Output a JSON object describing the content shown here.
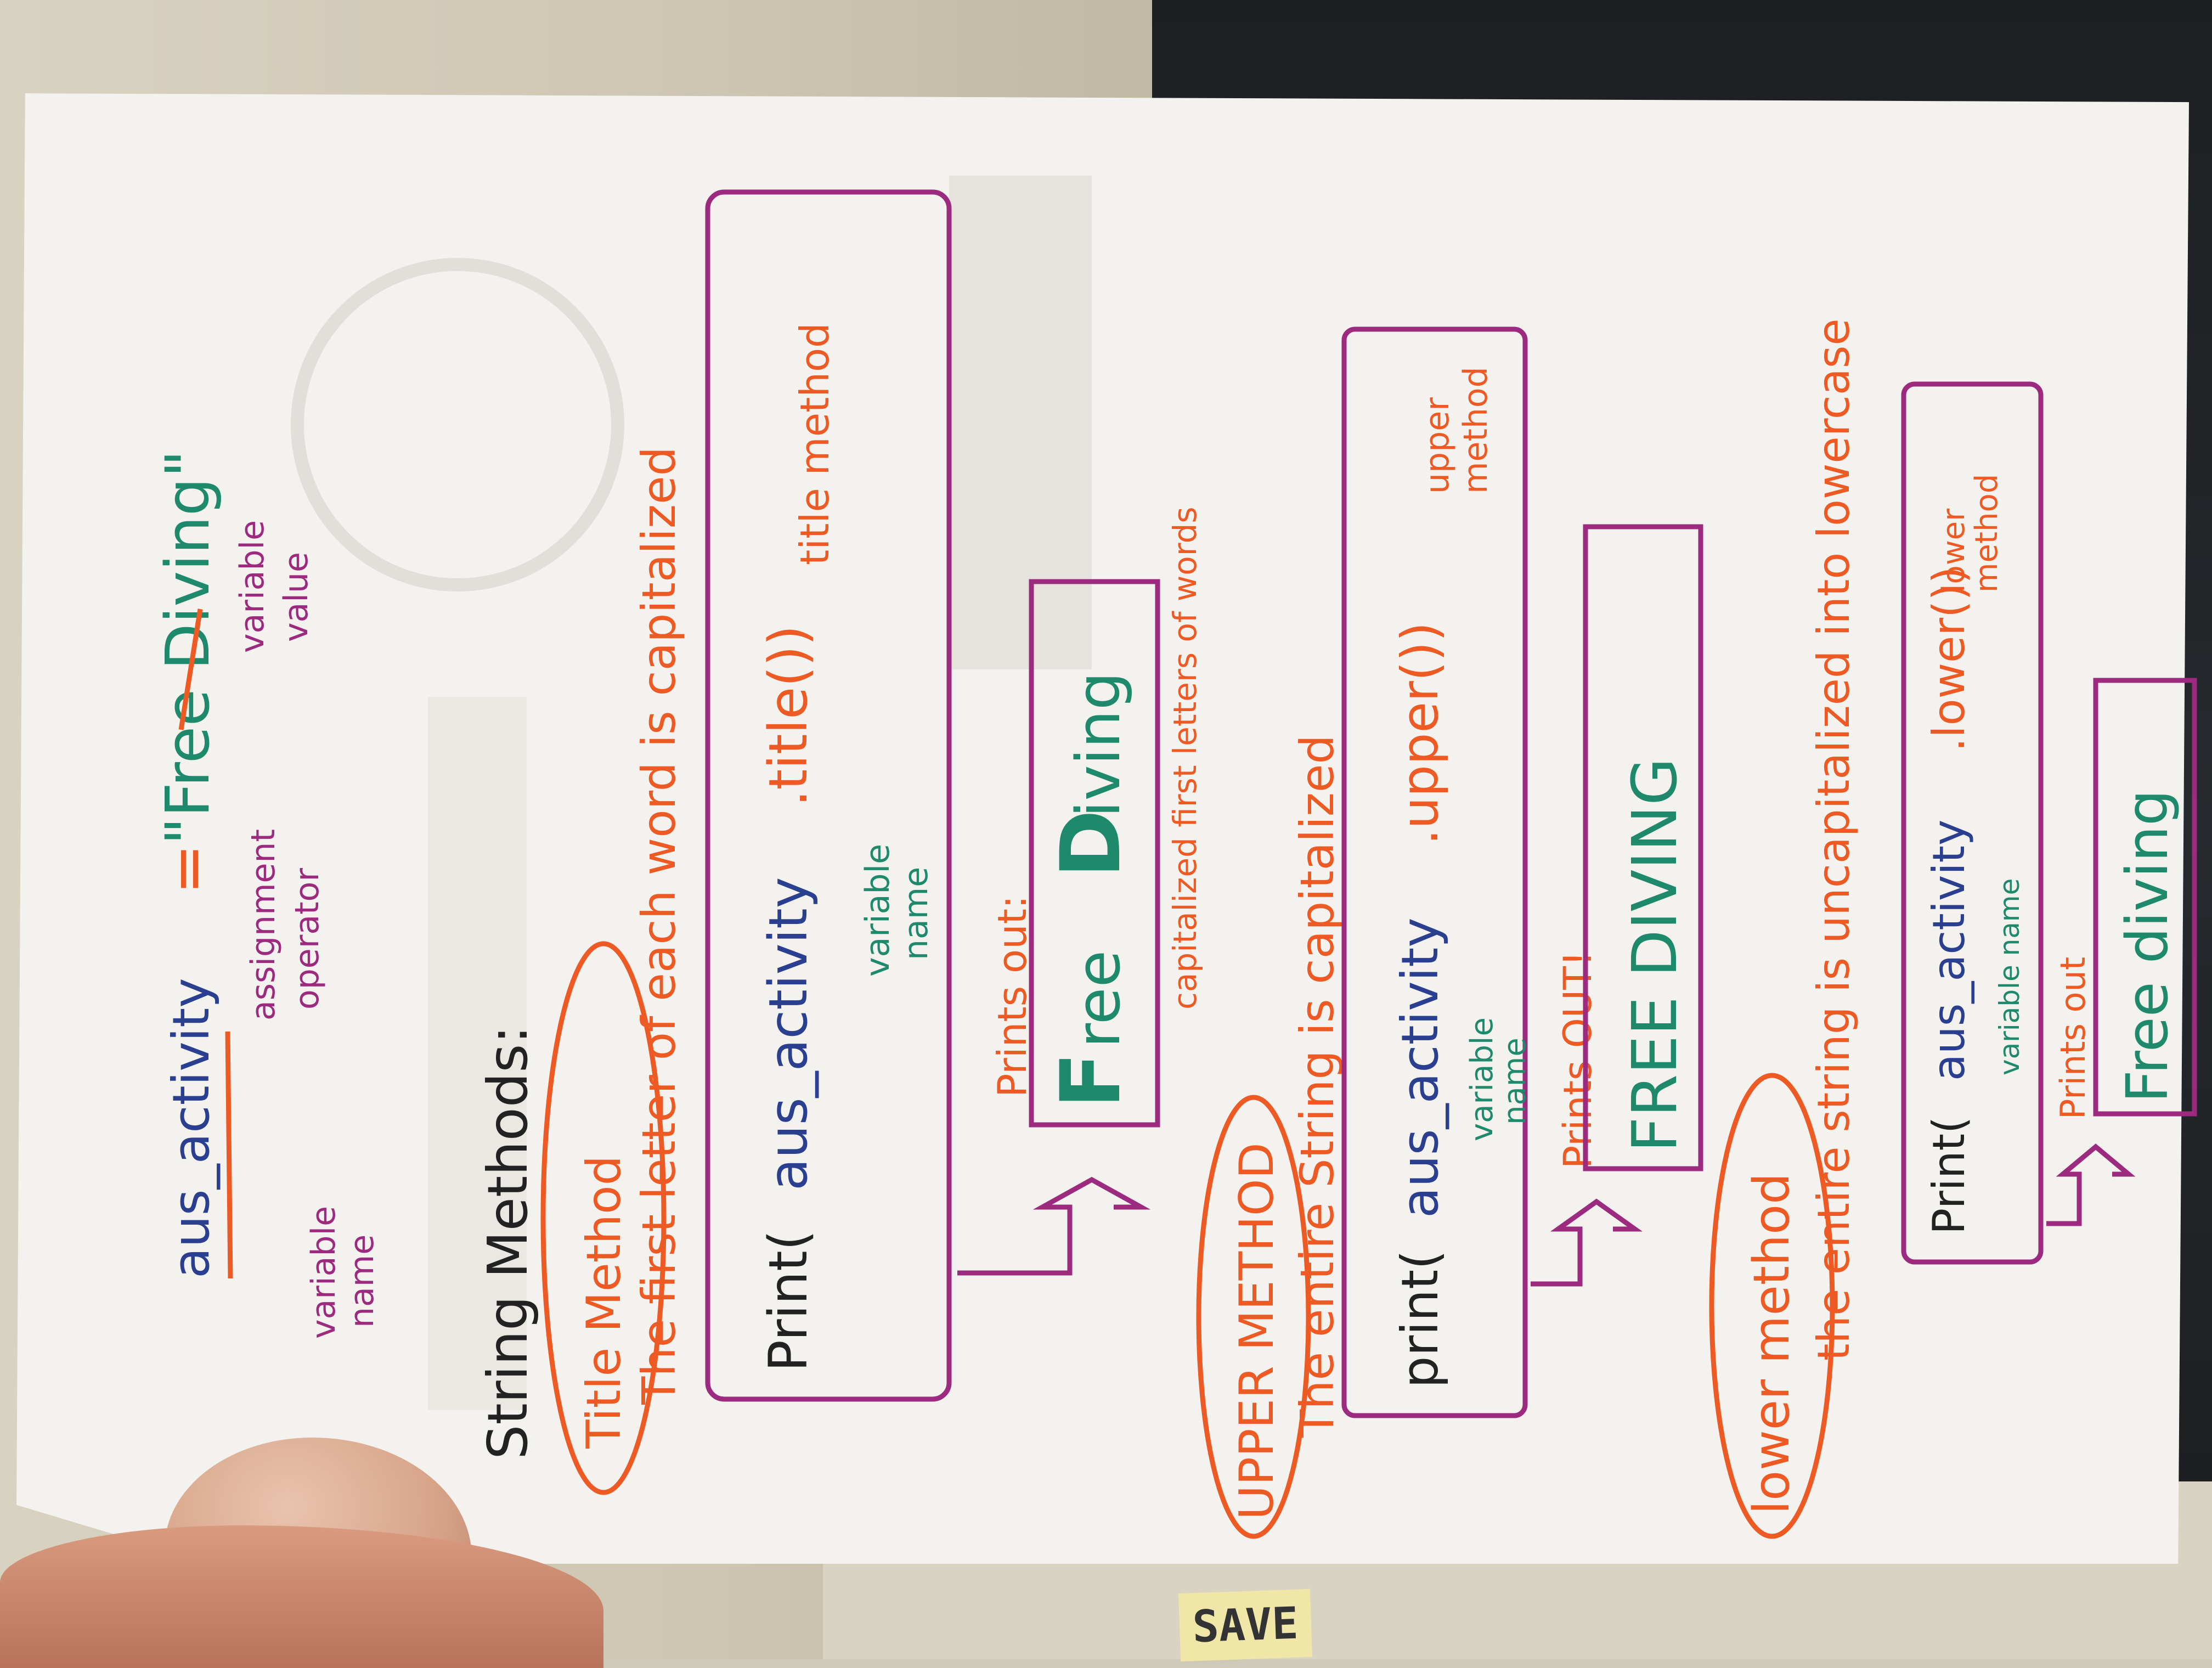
{
  "photo": {
    "sticker_label": "SAVE",
    "colors": {
      "purple": "#9c2a7f",
      "orange": "#ee5a24",
      "blue": "#2a3f8f",
      "green": "#1f8a6b",
      "black": "#222222"
    }
  },
  "note": {
    "header": {
      "var_name": "aus_activity",
      "equals": "=",
      "value": "\"Free Diving\"",
      "ann_var_name": [
        "variable",
        "name"
      ],
      "ann_assign": [
        "assignment",
        "operator"
      ],
      "ann_value": [
        "variable",
        "value"
      ]
    },
    "heading": "String Methods:",
    "title_section": {
      "label": "Title Method",
      "desc": "The first letter of each word is capitalized",
      "code_prefix": "Print(",
      "code_var": "aus_activity",
      "code_method": ".title())",
      "ann_var": [
        "variable",
        "name"
      ],
      "ann_method": "title method",
      "prints_label": "Prints out:",
      "output_first": "F",
      "output_rest": "ree ",
      "output_second": "D",
      "output_tail": "iving",
      "output_note": "capitalized first letters of words"
    },
    "upper_section": {
      "label": "UPPER METHOD",
      "desc": "The entire String is capitalized",
      "code_prefix": "print(",
      "code_var": "aus_activity",
      "code_method": ".upper())",
      "ann_var": [
        "variable",
        "name"
      ],
      "ann_method": [
        "upper",
        "method"
      ],
      "prints_label": "Prints OUT!",
      "output": "FREE DIVING"
    },
    "lower_section": {
      "label": "lower method",
      "desc": "the entire string is uncapitalized into lowercase",
      "code_prefix": "Print(",
      "code_var": "aus_activity",
      "code_method": ".lower())",
      "ann_var": "variable name",
      "ann_method": [
        "lower",
        "method"
      ],
      "prints_label": "Prints out",
      "output": "Free diving"
    }
  }
}
